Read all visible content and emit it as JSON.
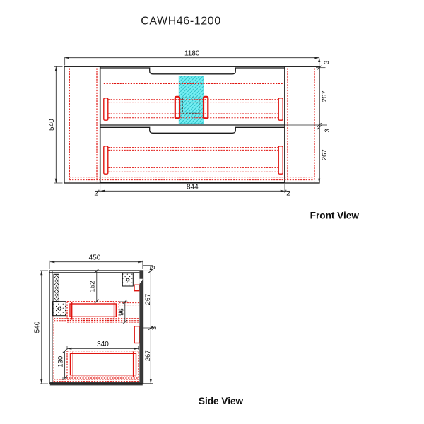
{
  "title": "CAWH46-1200",
  "front_view": {
    "label": "Front View",
    "dims": {
      "width": "1180",
      "height": "540",
      "opening": "844",
      "gap_left": "2",
      "gap_right": "2",
      "top_gap": "3",
      "drawer1_height": "267",
      "mid_gap": "3",
      "drawer2_height": "267"
    }
  },
  "side_view": {
    "label": "Side View",
    "dims": {
      "depth": "450",
      "height": "540",
      "top_gap": "3",
      "upper_section": "267",
      "mid_gap": "3",
      "lower_section": "267",
      "rail_offset": "152",
      "upper_box_height": "96",
      "box_depth": "340",
      "lower_box_height": "130"
    }
  },
  "colors": {
    "red": "#e01510",
    "cyan": "#74eef2",
    "cyan_hatch": "#35c3cb",
    "line": "#1c1c1c",
    "panel": "#3a3a3a"
  }
}
